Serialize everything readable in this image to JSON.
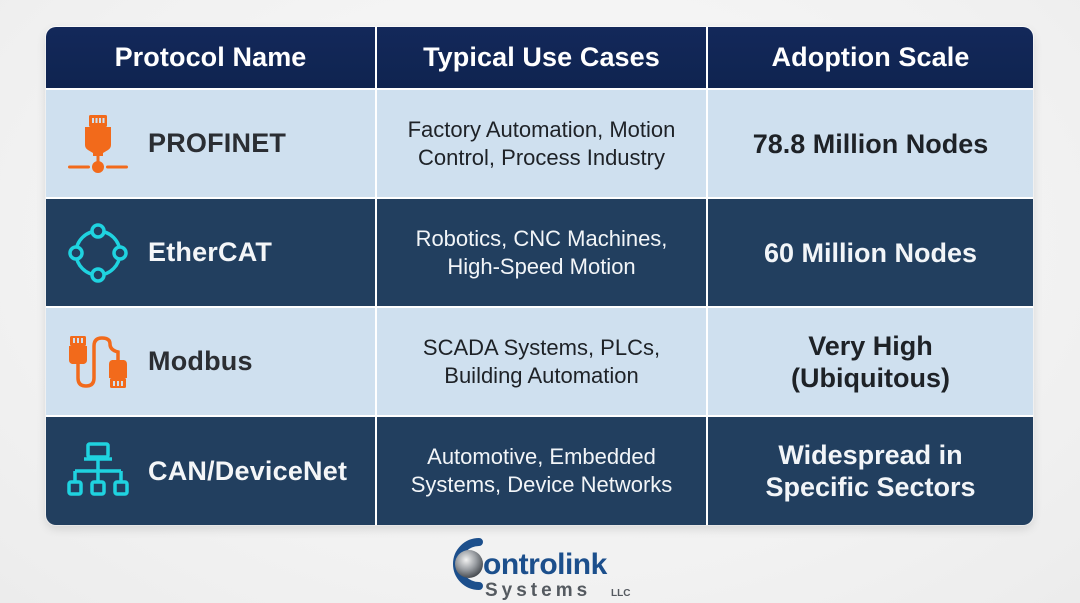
{
  "table": {
    "headers": [
      "Protocol Name",
      "Typical Use Cases",
      "Adoption Scale"
    ],
    "rows": [
      {
        "protocol": "PROFINET",
        "icon": "ethernet-plug-network-icon",
        "icon_color": "#f26a1b",
        "use_cases": [
          "Factory Automation, Motion",
          "Control, Process Industry"
        ],
        "adoption": [
          "78.8 Million Nodes"
        ],
        "adoption_color": "#f26a1b",
        "theme": "light"
      },
      {
        "protocol": "EtherCAT",
        "icon": "ring-network-icon",
        "icon_color": "#1fd3e0",
        "use_cases": [
          "Robotics, CNC Machines,",
          "High-Speed Motion"
        ],
        "adoption": [
          "60 Million Nodes"
        ],
        "adoption_color": "#1fd3e0",
        "theme": "dark"
      },
      {
        "protocol": "Modbus",
        "icon": "cable-connectors-icon",
        "icon_color": "#f26a1b",
        "use_cases": [
          "SCADA Systems, PLCs,",
          "Building Automation"
        ],
        "adoption": [
          "Very High",
          "(Ubiquitous)"
        ],
        "adoption_color": "#f26a1b",
        "theme": "light"
      },
      {
        "protocol": "CAN/DeviceNet",
        "icon": "hierarchy-network-icon",
        "icon_color": "#1fd3e0",
        "use_cases": [
          "Automotive, Embedded",
          "Systems, Device Networks"
        ],
        "adoption": [
          "Widespread in",
          "Specific Sectors"
        ],
        "adoption_color": "#1fd3e0",
        "theme": "dark"
      }
    ]
  },
  "logo": {
    "brand_main": "ontrolink",
    "brand_initial": "C",
    "brand_sub": "Systems",
    "brand_suffix": "LLC"
  },
  "colors": {
    "header_bg": "#0f2450",
    "light_row_bg": "#cfe0ef",
    "dark_row_bg": "#223f5f",
    "accent_orange": "#f26a1b",
    "accent_cyan": "#1fd3e0",
    "logo_blue": "#1c4f8c",
    "logo_gray": "#555a60"
  }
}
